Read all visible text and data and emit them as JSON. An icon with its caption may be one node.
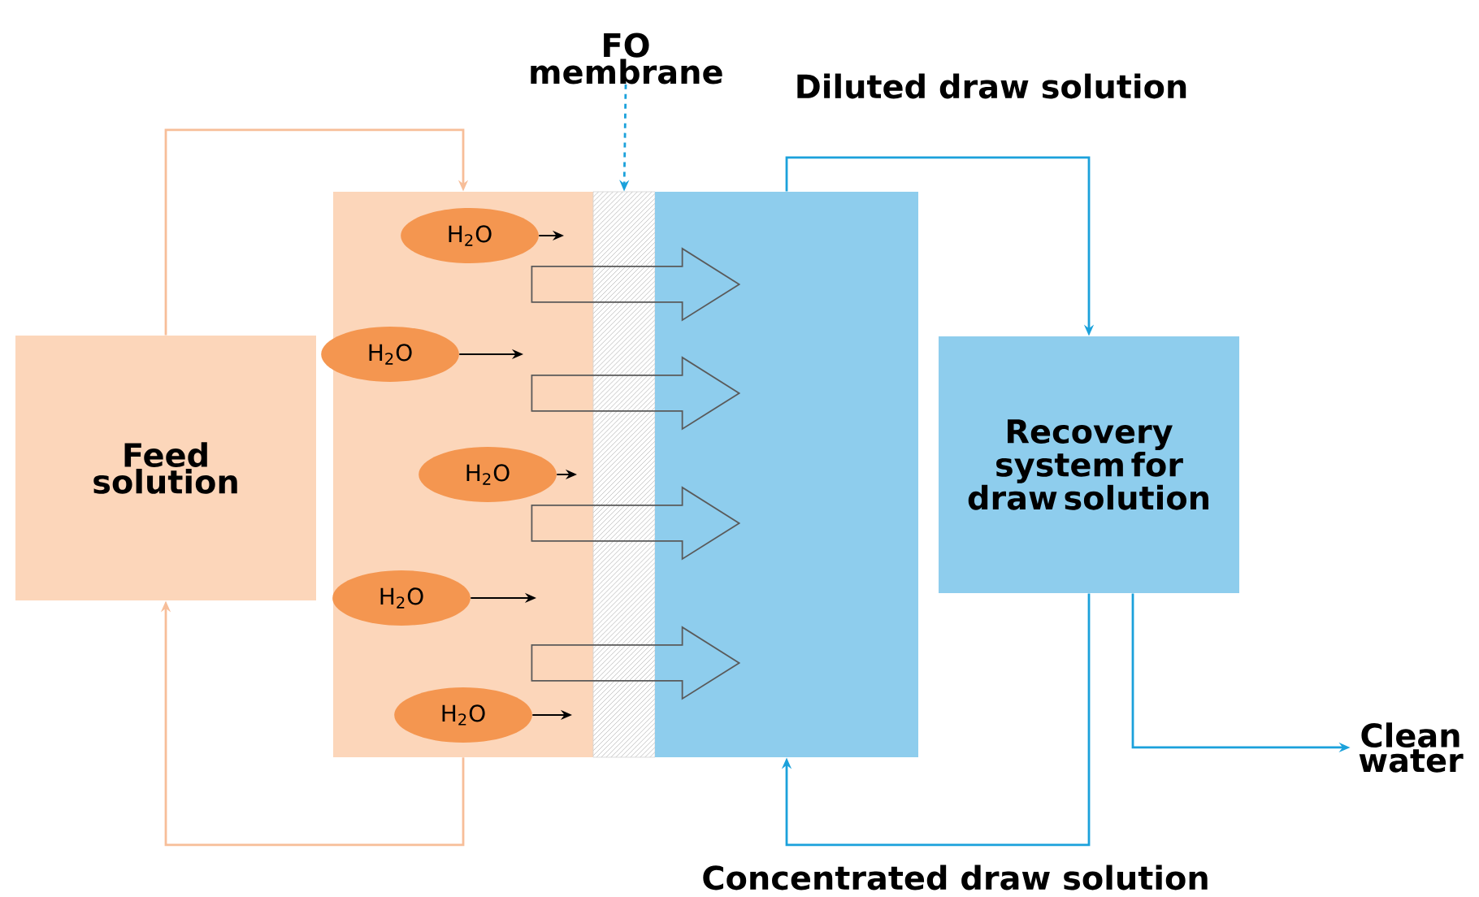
{
  "diagram": {
    "nodes": [
      {
        "text": [
          "Feed solution"
        ]
      },
      {
        "text": [],
        "shape": "box"
      },
      {
        "text": [
          "H$_{2}$O"
        ],
        "in": 1
      },
      {
        "text": [
          "H$_{2}$O"
        ],
        "in": 1
      },
      {
        "text": [
          "H$_{2}$O"
        ],
        "in": 1
      },
      {
        "text": [
          "H$_{2}$O"
        ],
        "in": 1
      },
      {
        "text": [
          "H$_{2}$O"
        ],
        "in": 1
      },
      {
        "text": [],
        "shape": "bar"
      },
      {
        "text": [
          "FO membrane"
        ]
      },
      {
        "text": [],
        "shape": "box"
      },
      {
        "text": [
          "Recovery system for draw solution"
        ]
      },
      {
        "text": [
          "Clean water"
        ]
      }
    ],
    "edges": [
      {
        "from": 0,
        "to": 1,
        "arrow": "to",
        "color": "#f7be99"
      },
      {
        "from": 1,
        "to": 0,
        "arrow": "to",
        "color": "#f7be99"
      },
      {
        "from": 9,
        "to": 10,
        "arrow": "to",
        "label": "Diluted draw solution",
        "color": "#1ba1db"
      },
      {
        "from": 10,
        "to": 9,
        "arrow": "to",
        "label": "Concentrated draw solution",
        "color": "#1ba1db"
      },
      {
        "from": 10,
        "to": 11,
        "arrow": "to",
        "color": "#1ba1db"
      },
      {
        "from": 8,
        "to": 7,
        "arrow": "to",
        "style": "dashed",
        "color": "#1ba1db"
      },
      {
        "from": 1,
        "to": 9,
        "arrow": "to",
        "style": "thick",
        "color": "#5a5a5a"
      },
      {
        "from": 1,
        "to": 9,
        "arrow": "to",
        "style": "thick",
        "color": "#5a5a5a"
      },
      {
        "from": 1,
        "to": 9,
        "arrow": "to",
        "style": "thick",
        "color": "#5a5a5a"
      },
      {
        "from": 1,
        "to": 9,
        "arrow": "to",
        "style": "thick",
        "color": "#5a5a5a"
      },
      {
        "from": 2,
        "to": null,
        "arrow": "to"
      },
      {
        "from": 3,
        "to": null,
        "arrow": "to"
      },
      {
        "from": 4,
        "to": null,
        "arrow": "to"
      },
      {
        "from": 5,
        "to": null,
        "arrow": "to"
      },
      {
        "from": 6,
        "to": null,
        "arrow": "to"
      }
    ]
  }
}
